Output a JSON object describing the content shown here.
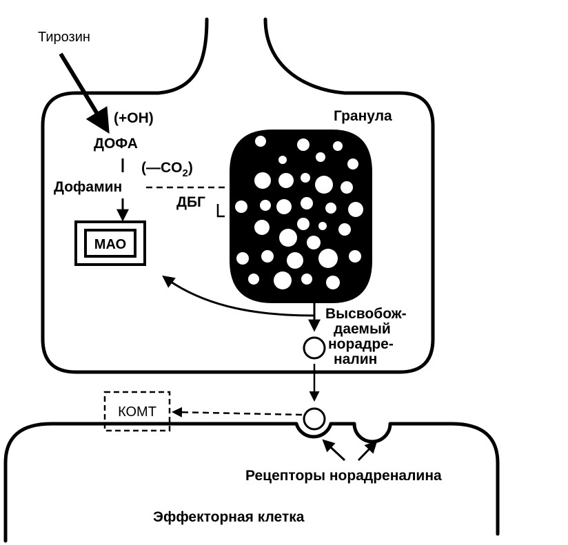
{
  "colors": {
    "ink": "#000000",
    "paper": "#ffffff"
  },
  "labels": {
    "tyrosine": "Тирозин",
    "hydroxylation": "(+OH)",
    "dopa": "ДОФА",
    "decarboxylation": "(—CO",
    "co2_subscript": "2",
    "decarboxylation_close": ")",
    "dopamine": "Дофамин",
    "dbg": "ДБГ",
    "granule": "Гранула",
    "mao": "МАО",
    "released_line1": "Высвобож-",
    "released_line2": "даемый",
    "noradrenaline_line1": "норадре-",
    "noradrenaline_line2": "налин",
    "comt": "КОМТ",
    "receptors": "Рецепторы норадреналина",
    "effector_cell": "Эффекторная клетка"
  }
}
